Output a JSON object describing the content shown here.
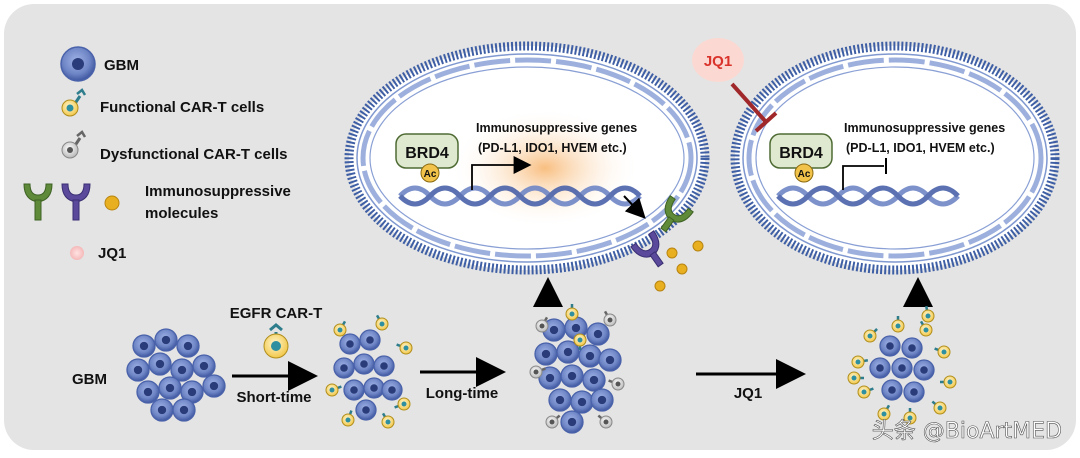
{
  "legend": {
    "gbm": "GBM",
    "functional": "Functional CAR-T cells",
    "dysfunctional": "Dysfunctional CAR-T cells",
    "immuno_line1": "Immunosuppressive",
    "immuno_line2": "molecules",
    "jq1": "JQ1"
  },
  "nucleus_left": {
    "protein": "BRD4",
    "mark": "Ac",
    "genes_line1": "Immunosuppressive genes",
    "genes_line2": "(PD-L1, IDO1, HVEM etc.)"
  },
  "nucleus_right": {
    "protein": "BRD4",
    "mark": "Ac",
    "genes_line1": "Immunosuppressive genes",
    "genes_line2": "(PD-L1, IDO1, HVEM etc.)",
    "inhibitor": "JQ1"
  },
  "bottom": {
    "gbm": "GBM",
    "egfr": "EGFR CAR-T",
    "short_time": "Short-time",
    "long_time": "Long-time",
    "jq1": "JQ1"
  },
  "watermark": "头条 @BioArtMED",
  "colors": {
    "panel_bg": "#e4e4e4",
    "gbm_cell": "#6f86c6",
    "nucleus_membrane": "#3f5fa5",
    "brd4_box": "#dfe9cf",
    "ac_circle": "#f2c34a",
    "jq1": "#d9332b",
    "receptor_green": "#5f8a3a",
    "receptor_purple": "#5b4a9c",
    "molecule": "#e8b020"
  }
}
